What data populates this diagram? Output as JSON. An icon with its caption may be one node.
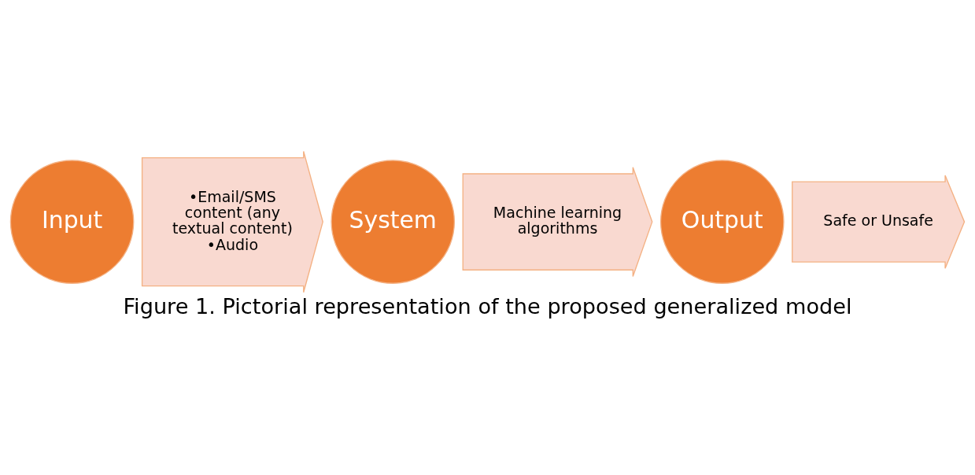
{
  "diagram": {
    "caption": "Figure 1. Pictorial representation of the proposed generalized model",
    "nodes": [
      {
        "text": [
          "Input"
        ]
      },
      {
        "text": [
          "•Email/SMS content (any textual content)",
          "•Audio"
        ]
      },
      {
        "text": [
          "System"
        ]
      },
      {
        "text": [
          "Machine learning algorithms"
        ]
      },
      {
        "text": [
          "Output"
        ]
      },
      {
        "text": [
          "Safe or Unsafe"
        ]
      }
    ]
  }
}
